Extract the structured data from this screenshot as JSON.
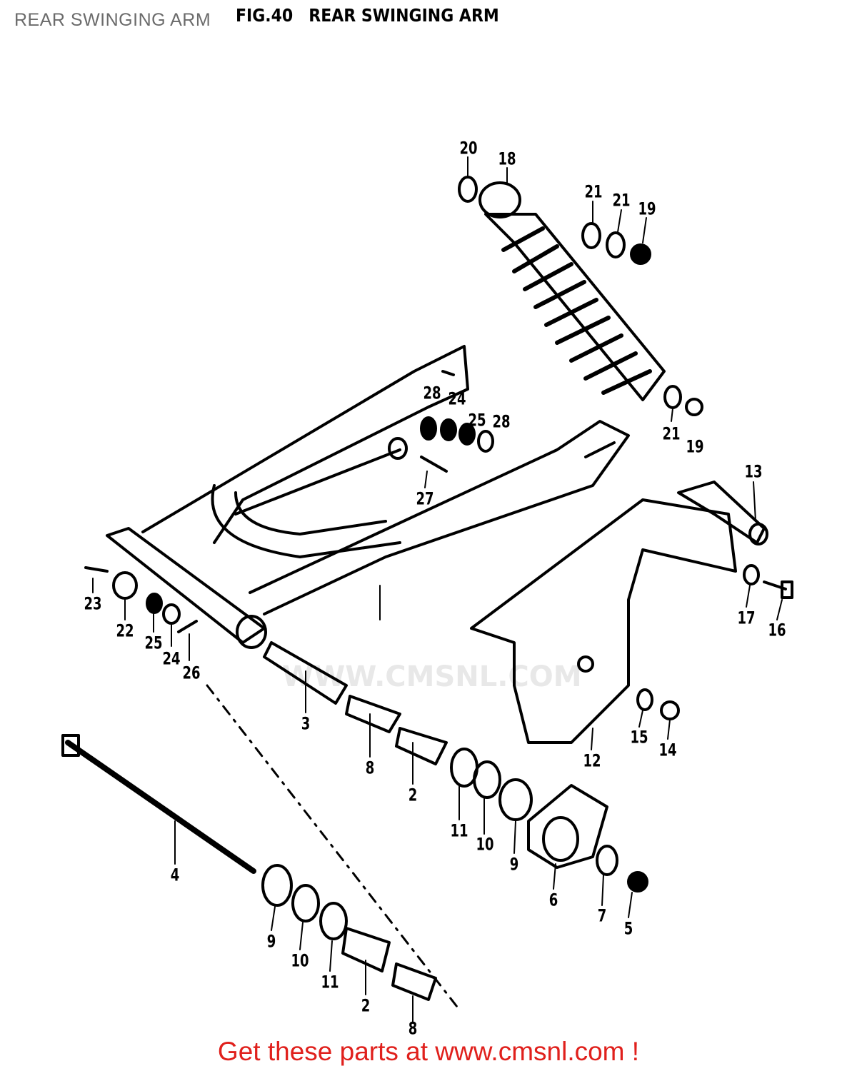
{
  "header": {
    "page_title": "REAR SWINGING ARM",
    "fig_number": "FIG.40",
    "fig_title": "REAR SWINGING ARM"
  },
  "watermark": "WWW.CMSNL.COM",
  "footer": {
    "text": "Get these parts at www.cmsnl.com !",
    "color": "#e0201c"
  },
  "callouts": [
    {
      "part": "20"
    },
    {
      "part": "18"
    },
    {
      "part": "21"
    },
    {
      "part": "21"
    },
    {
      "part": "19"
    },
    {
      "part": "21"
    },
    {
      "part": "19"
    },
    {
      "part": "28"
    },
    {
      "part": "24"
    },
    {
      "part": "25"
    },
    {
      "part": "28"
    },
    {
      "part": "27"
    },
    {
      "part": "13"
    },
    {
      "part": "17"
    },
    {
      "part": "16"
    },
    {
      "part": "23"
    },
    {
      "part": "22"
    },
    {
      "part": "25"
    },
    {
      "part": "24"
    },
    {
      "part": "26"
    },
    {
      "part": "3"
    },
    {
      "part": "8"
    },
    {
      "part": "2"
    },
    {
      "part": "11"
    },
    {
      "part": "10"
    },
    {
      "part": "9"
    },
    {
      "part": "6"
    },
    {
      "part": "7"
    },
    {
      "part": "5"
    },
    {
      "part": "12"
    },
    {
      "part": "15"
    },
    {
      "part": "14"
    },
    {
      "part": "4"
    },
    {
      "part": "9"
    },
    {
      "part": "10"
    },
    {
      "part": "11"
    },
    {
      "part": "2"
    },
    {
      "part": "8"
    }
  ]
}
